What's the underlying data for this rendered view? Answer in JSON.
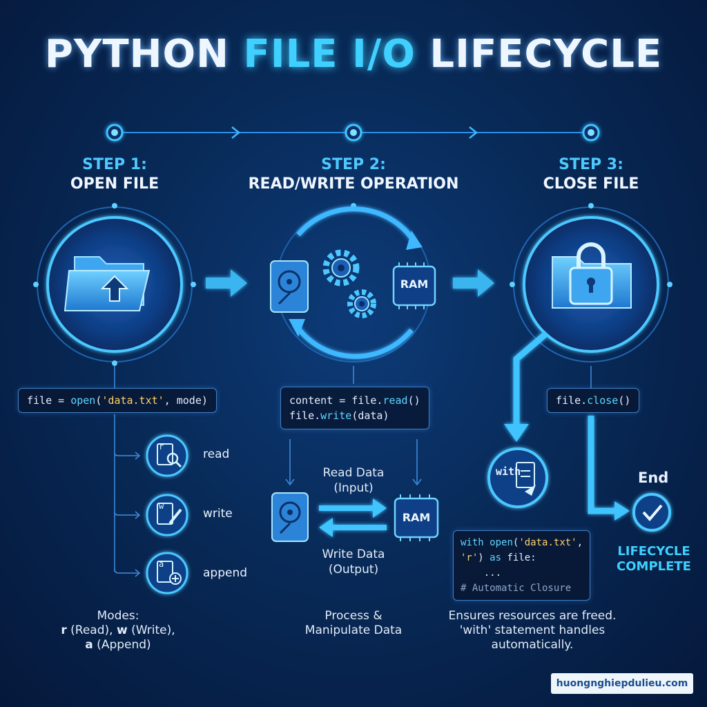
{
  "title": {
    "part1": "PYTHON ",
    "part2": "FILE I/O",
    "part3": " LIFECYCLE"
  },
  "steps": [
    {
      "num": "STEP 1:",
      "name": "OPEN FILE"
    },
    {
      "num": "STEP 2:",
      "name": "READ/WRITE OPERATION"
    },
    {
      "num": "STEP 3:",
      "name": "CLOSE FILE"
    }
  ],
  "step1": {
    "code": {
      "a": "file = ",
      "b": "open",
      "c": "(",
      "d": "'data.txt'",
      "e": ", mode)"
    },
    "modes": [
      {
        "label": "read",
        "icon_letter": "r"
      },
      {
        "label": "write",
        "icon_letter": "w"
      },
      {
        "label": "append",
        "icon_letter": "a"
      }
    ],
    "caption": {
      "line1": "Modes:",
      "r": "r",
      "r_text": " (Read), ",
      "w": "w",
      "w_text": " (Write),",
      "a": "a",
      "a_text": " (Append)"
    }
  },
  "step2": {
    "code": {
      "l1a": "content = file.",
      "l1b": "read",
      "l1c": "()",
      "l2a": "file.",
      "l2b": "write",
      "l2c": "(data)"
    },
    "ram_label": "RAM",
    "read_label_1": "Read Data",
    "read_label_2": "(Input)",
    "write_label_1": "Write Data",
    "write_label_2": "(Output)",
    "caption_1": "Process &",
    "caption_2": "Manipulate Data"
  },
  "step3": {
    "code": {
      "a": "file.",
      "b": "close",
      "c": "()"
    },
    "with_badge": "with",
    "with_code": {
      "l1a": "with ",
      "l1b": "open",
      "l1c": "(",
      "l1d": "'data.txt'",
      "l1e": ",",
      "l2a": "'r'",
      "l2b": ") ",
      "l2c": "as",
      "l2d": " file:",
      "l3": "    ...",
      "l4": "# Automatic Closure"
    },
    "caption_1": "Ensures resources are freed.",
    "caption_2": "'with' statement handles",
    "caption_3": "automatically.",
    "end_label": "End",
    "complete_1": "LIFECYCLE",
    "complete_2": "COMPLETE"
  },
  "watermark": "huongnghiepdulieu.com",
  "colors": {
    "accent": "#3fd0ff",
    "background": "#082a58",
    "string": "#ffd26a"
  }
}
